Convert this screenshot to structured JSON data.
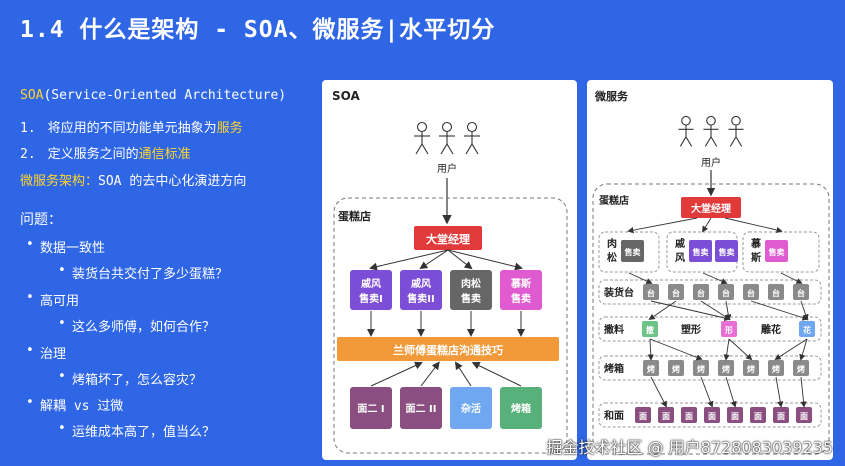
{
  "title": "1.4 什么是架构 - SOA、微服务|水平切分",
  "left": {
    "soa_label": "SOA",
    "soa_full": "(Service-Oriented Architecture)",
    "point1_num": "1.",
    "point1_text": "将应用的不同功能单元抽象为",
    "point1_highlight": "服务",
    "point2_num": "2.",
    "point2_text": "定义服务之间的",
    "point2_highlight": "通信标准",
    "ms_label": "微服务架构：",
    "ms_text": "SOA 的去中心化演进方向",
    "questions_title": "问题：",
    "issues": [
      {
        "label": "数据一致性",
        "detail": "装货台共交付了多少蛋糕？"
      },
      {
        "label": "高可用",
        "detail": "这么多师傅，如何合作？"
      },
      {
        "label": "治理",
        "detail": "烤箱坏了，怎么容灾？"
      },
      {
        "label": "解耦 vs 过微",
        "detail": "运维成本高了，值当么？"
      }
    ]
  },
  "soa": {
    "title": "SOA",
    "users_label": "用户",
    "shop_label": "蛋糕店",
    "manager": "大堂经理",
    "sellers": [
      {
        "line1": "戚风",
        "line2": "售卖I",
        "color": "#7c4dd6"
      },
      {
        "line1": "戚风",
        "line2": "售卖II",
        "color": "#7c4dd6"
      },
      {
        "line1": "肉松",
        "line2": "售卖",
        "color": "#666666"
      },
      {
        "line1": "慕斯",
        "line2": "售卖",
        "color": "#e05ad0"
      }
    ],
    "bus": "兰师傅蛋糕店沟通技巧",
    "workers": [
      {
        "label": "面二 I",
        "color": "#8a4f80"
      },
      {
        "label": "面二 II",
        "color": "#8a4f80"
      },
      {
        "label": "杂活",
        "color": "#6fa7f0"
      },
      {
        "label": "烤箱",
        "color": "#58b07a"
      }
    ]
  },
  "ms": {
    "title": "微服务",
    "users_label": "用户",
    "shop_label": "蛋糕店",
    "manager": "大堂经理",
    "groups": [
      {
        "name": "肉松",
        "items": [
          {
            "label": "售卖",
            "color": "#666666"
          }
        ]
      },
      {
        "name": "戚风",
        "items": [
          {
            "label": "售卖",
            "color": "#7c4dd6"
          },
          {
            "label": "售卖",
            "color": "#7c4dd6"
          }
        ]
      },
      {
        "name": "慕斯",
        "items": [
          {
            "label": "售卖",
            "color": "#e05ad0"
          }
        ]
      }
    ],
    "station_label": "装货台",
    "station_item": "台",
    "station_count": 7,
    "craft_row": [
      {
        "name": "撒料",
        "item": "撒",
        "color": "#6ec389"
      },
      {
        "name": "塑形",
        "item": "形",
        "color": "#e86fd6"
      },
      {
        "name": "雕花",
        "item": "花",
        "color": "#6fa7f0"
      }
    ],
    "oven_label": "烤箱",
    "oven_item": "烤",
    "oven_count": 7,
    "dough_label": "和面",
    "dough_item": "面",
    "dough_count": 8
  },
  "watermark": "掘金技术社区 @ 用户8728083039235"
}
